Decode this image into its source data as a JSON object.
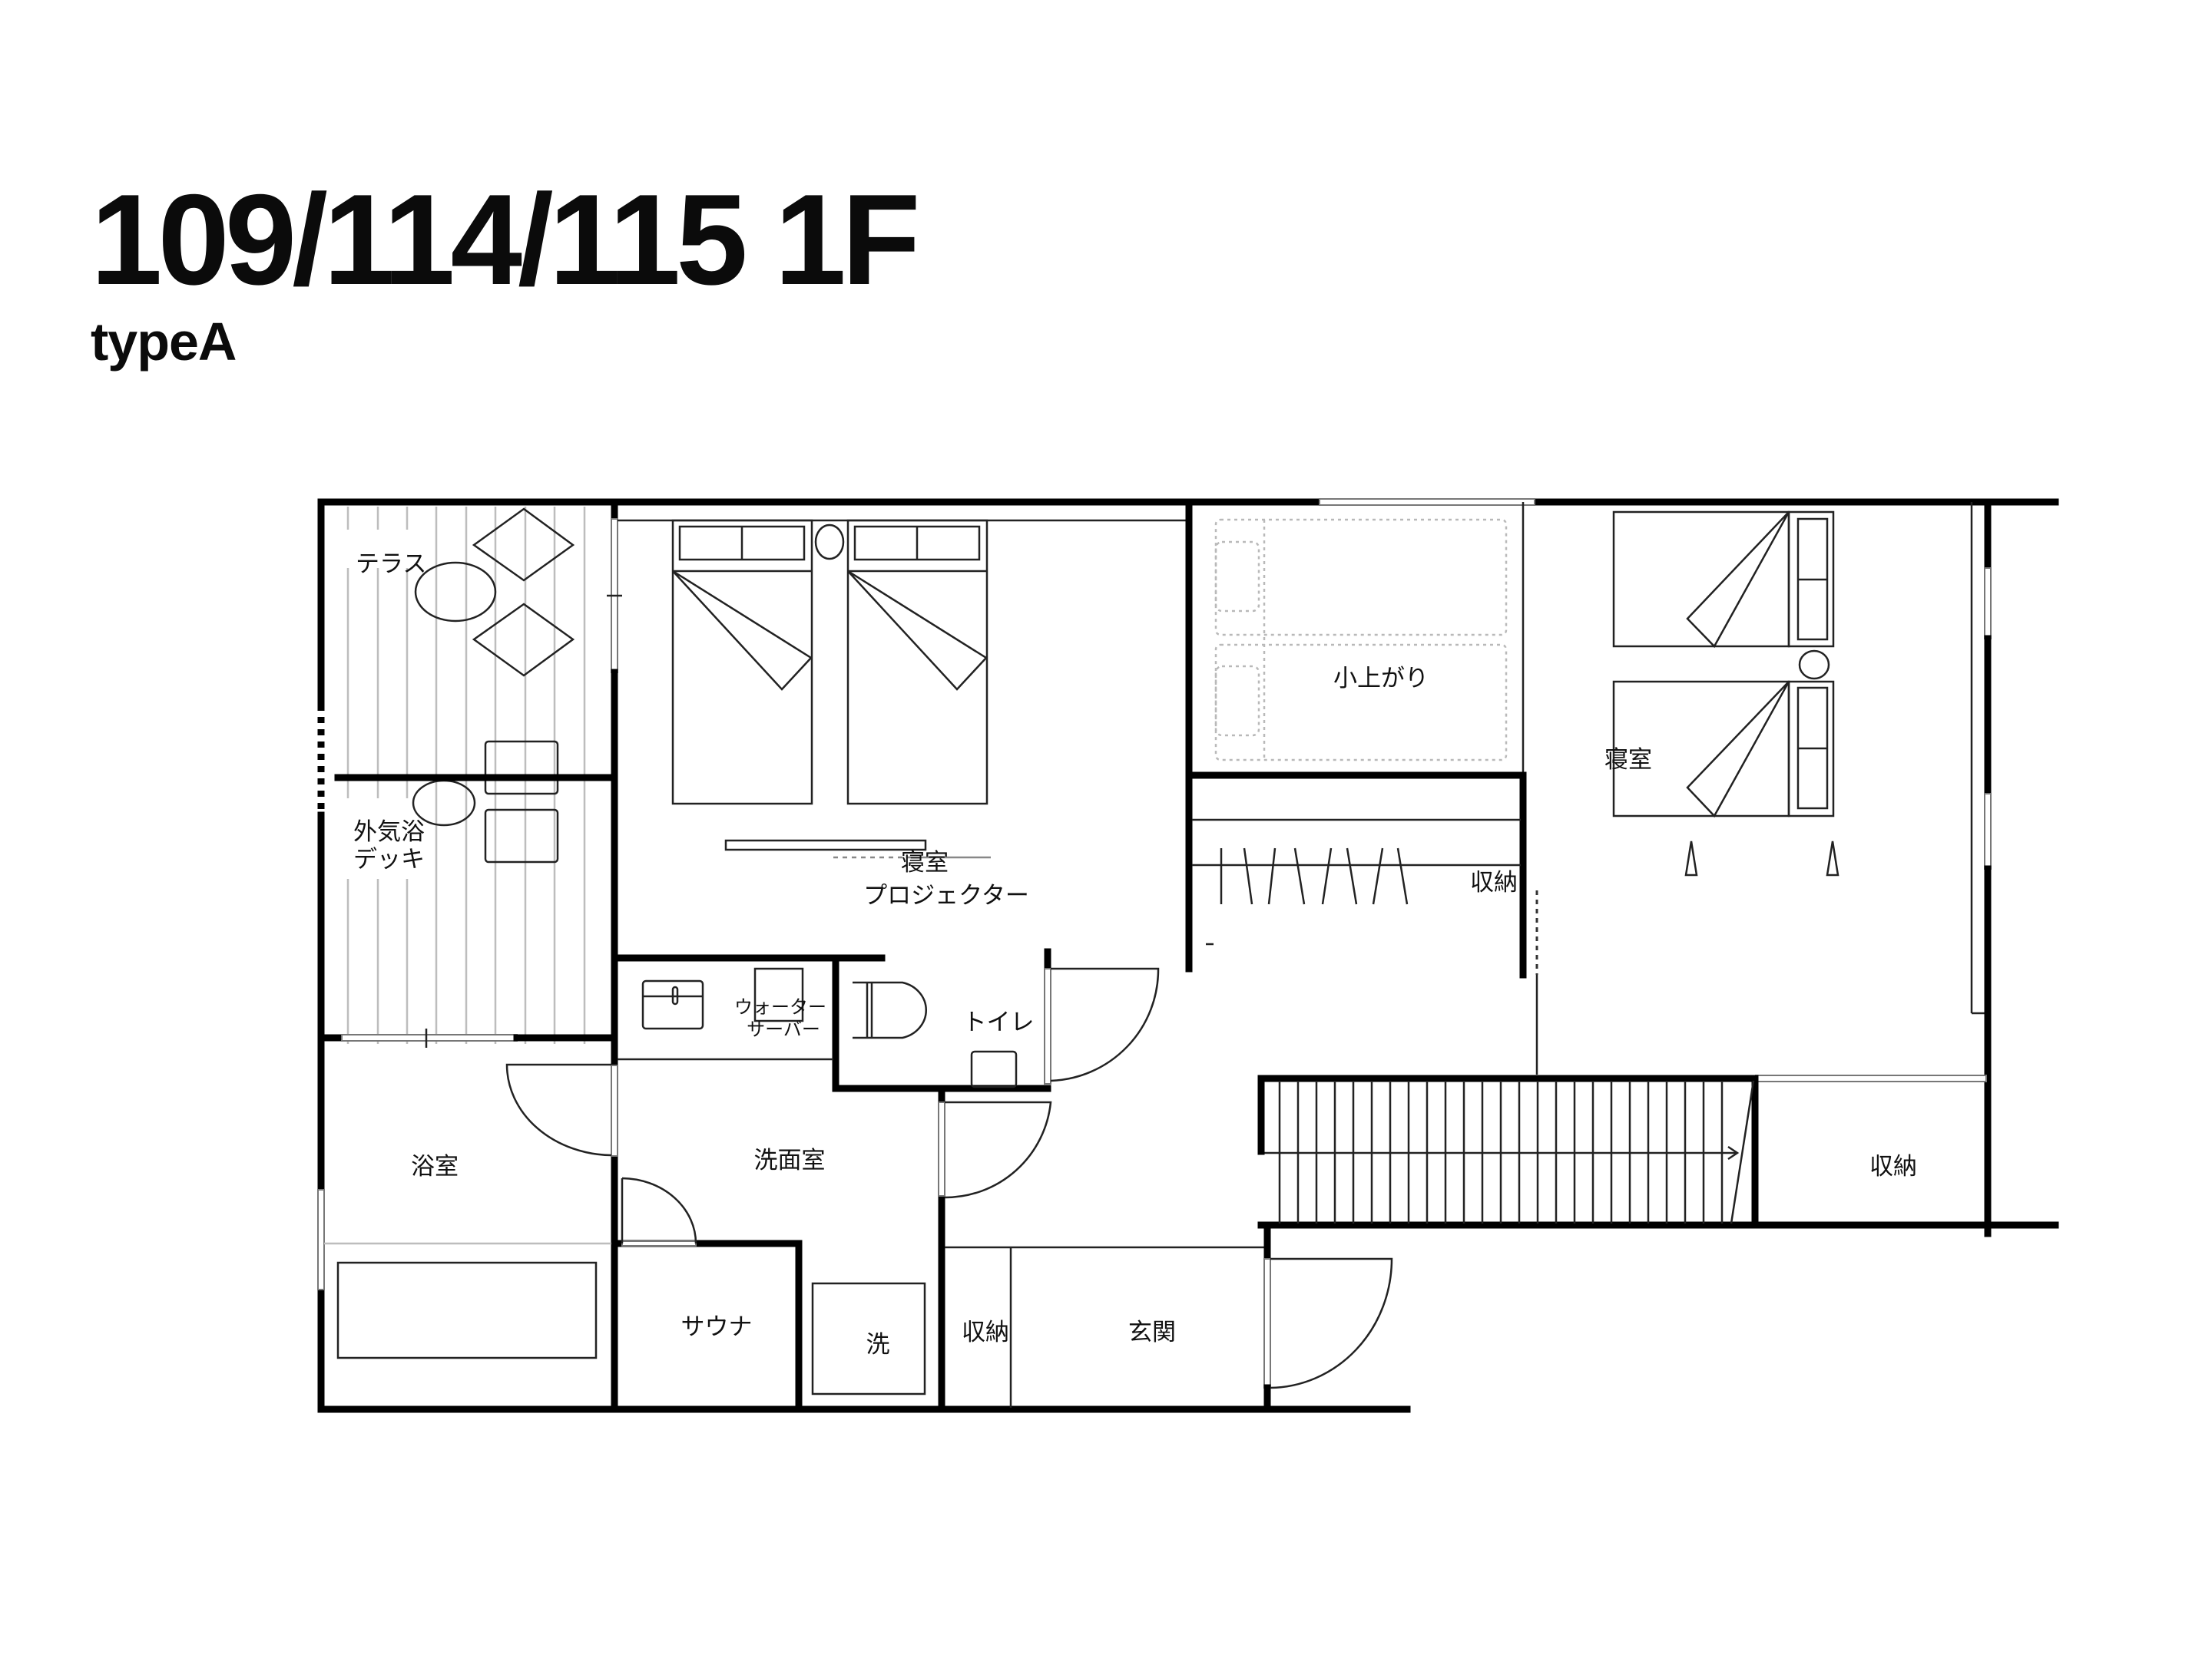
{
  "header": {
    "title": "109/114/115 1F",
    "subtitle": "typeA"
  },
  "rooms": {
    "terrace": "テラス",
    "outdoor_deck_line1": "外気浴",
    "outdoor_deck_line2": "デッキ",
    "bedroom1": "寝室",
    "projector": "プロジェクター",
    "raised_area": "小上がり",
    "storage_mid": "収納",
    "bedroom2": "寝室",
    "water_server_line1": "ウォーター",
    "water_server_line2": "サーバー",
    "toilet": "トイレ",
    "bathroom": "浴室",
    "washroom": "洗面室",
    "sauna": "サウナ",
    "washer": "洗",
    "storage_entry": "収納",
    "entrance": "玄関",
    "storage_right": "収納"
  },
  "colors": {
    "wall": "#000000",
    "line": "#222222",
    "deck_slats": "#bdbdbd",
    "background": "#ffffff"
  }
}
